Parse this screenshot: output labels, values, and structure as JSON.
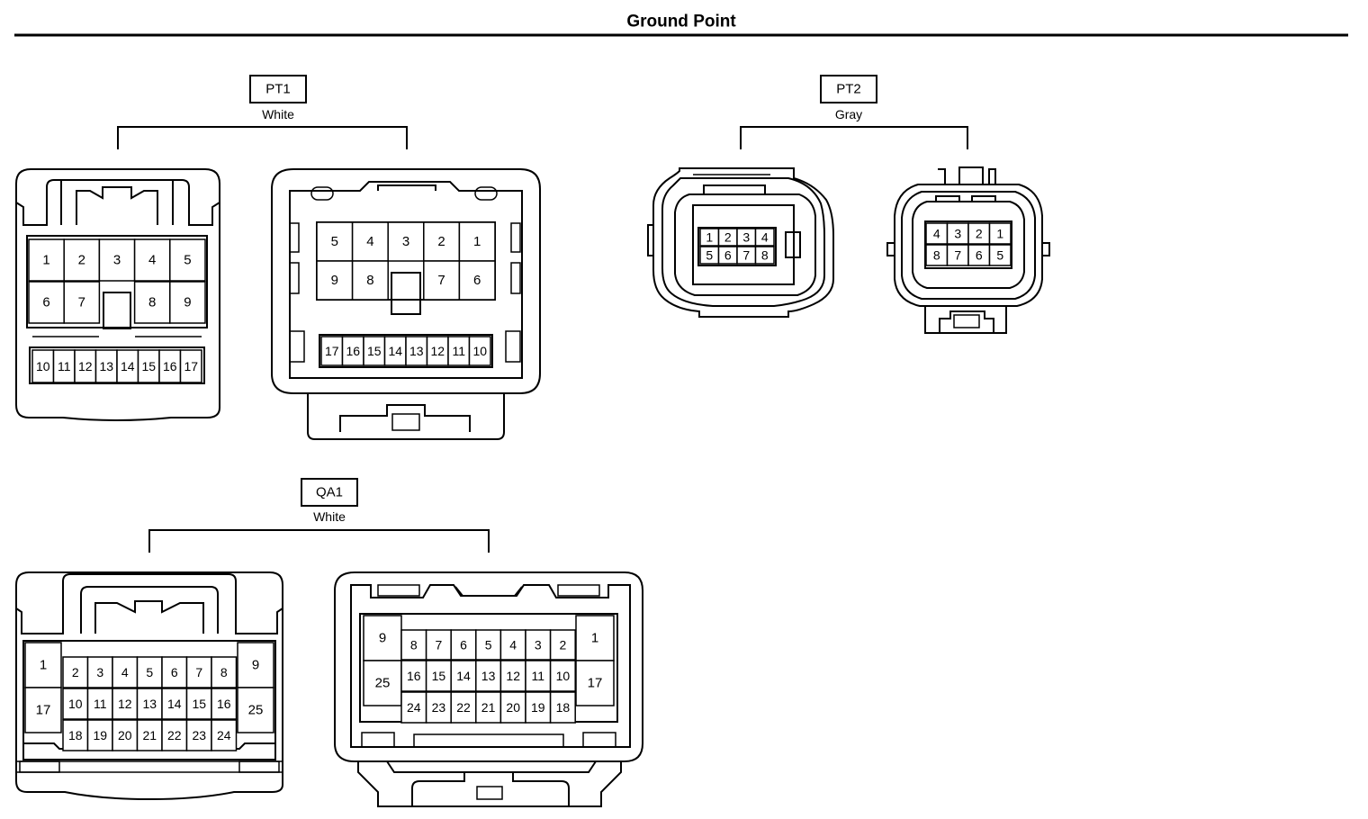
{
  "title": "Ground Point",
  "connectors": {
    "pt1": {
      "code": "PT1",
      "color": "White",
      "left": {
        "row1": [
          "1",
          "2",
          "3",
          "4",
          "5"
        ],
        "row2": [
          "6",
          "7",
          "8",
          "9"
        ],
        "row3": [
          "10",
          "11",
          "12",
          "13",
          "14",
          "15",
          "16",
          "17"
        ]
      },
      "right": {
        "row1": [
          "5",
          "4",
          "3",
          "2",
          "1"
        ],
        "row2": [
          "9",
          "8",
          "7",
          "6"
        ],
        "row3": [
          "17",
          "16",
          "15",
          "14",
          "13",
          "12",
          "11",
          "10"
        ]
      }
    },
    "pt2": {
      "code": "PT2",
      "color": "Gray",
      "left": {
        "row1": [
          "1",
          "2",
          "3",
          "4"
        ],
        "row2": [
          "5",
          "6",
          "7",
          "8"
        ]
      },
      "right": {
        "row1": [
          "4",
          "3",
          "2",
          "1"
        ],
        "row2": [
          "8",
          "7",
          "6",
          "5"
        ]
      }
    },
    "qa1": {
      "code": "QA1",
      "color": "White",
      "left": {
        "big_left": [
          "1",
          "17"
        ],
        "big_right": [
          "9",
          "25"
        ],
        "row1": [
          "2",
          "3",
          "4",
          "5",
          "6",
          "7",
          "8"
        ],
        "row2": [
          "10",
          "11",
          "12",
          "13",
          "14",
          "15",
          "16"
        ],
        "row3": [
          "18",
          "19",
          "20",
          "21",
          "22",
          "23",
          "24"
        ]
      },
      "right": {
        "big_left": [
          "9",
          "25"
        ],
        "big_right": [
          "1",
          "17"
        ],
        "row1": [
          "8",
          "7",
          "6",
          "5",
          "4",
          "3",
          "2"
        ],
        "row2": [
          "16",
          "15",
          "14",
          "13",
          "12",
          "11",
          "10"
        ],
        "row3": [
          "24",
          "23",
          "22",
          "21",
          "20",
          "19",
          "18"
        ]
      }
    }
  }
}
